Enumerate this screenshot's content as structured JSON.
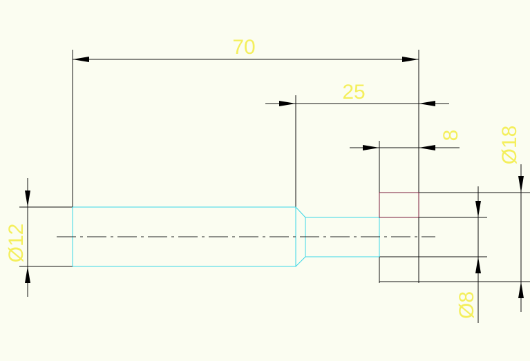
{
  "colors": {
    "background": "#fbfdf1",
    "dimension_text": "#f4ef5c",
    "part_outline": "#38d6e6",
    "lines": "#111111",
    "reference_box": "#7a1a3a"
  },
  "dimensions": {
    "overall_length": "70",
    "neck_length": "25",
    "box_width": "8",
    "diameter_large": "Ø12",
    "diameter_right": "Ø18",
    "diameter_small": "Ø8"
  }
}
